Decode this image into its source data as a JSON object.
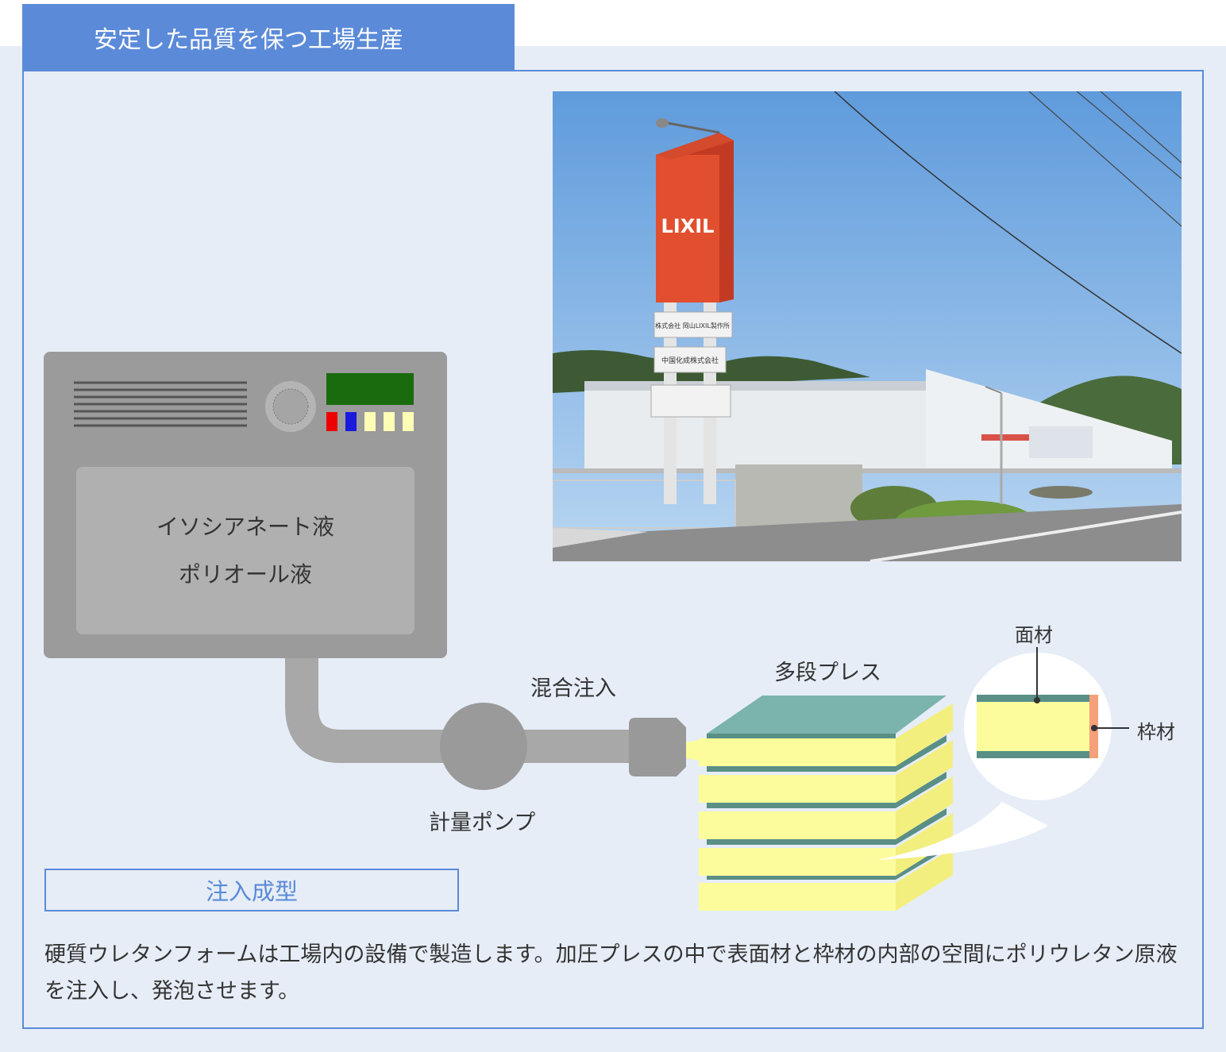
{
  "header": {
    "title": "安定した品質を保つ工場生産"
  },
  "photo": {
    "sign_text": "LIXIL",
    "sign_sub1": "株式会社 岡山LIXIL製作所",
    "sign_sub2": "中国化成株式会社"
  },
  "machine": {
    "liquid1": "イソシアネート液",
    "liquid2": "ポリオール液"
  },
  "diagram": {
    "mix_label": "混合注入",
    "pump_label": "計量ポンプ",
    "press_label": "多段プレス",
    "face_label": "面材",
    "frame_label": "枠材"
  },
  "method": {
    "label": "注入成型"
  },
  "description": "硬質ウレタンフォームは工場内の設備で製造します。加圧プレスの中で表面材と枠材の内部の空間にポリウレタン原液を注入し、発泡させます。",
  "colors": {
    "accent": "#5b8ad8",
    "panel_bg": "#e6edf7",
    "foam": "#fcfc9c",
    "face": "#5a8f86",
    "frame": "#f4a079"
  }
}
